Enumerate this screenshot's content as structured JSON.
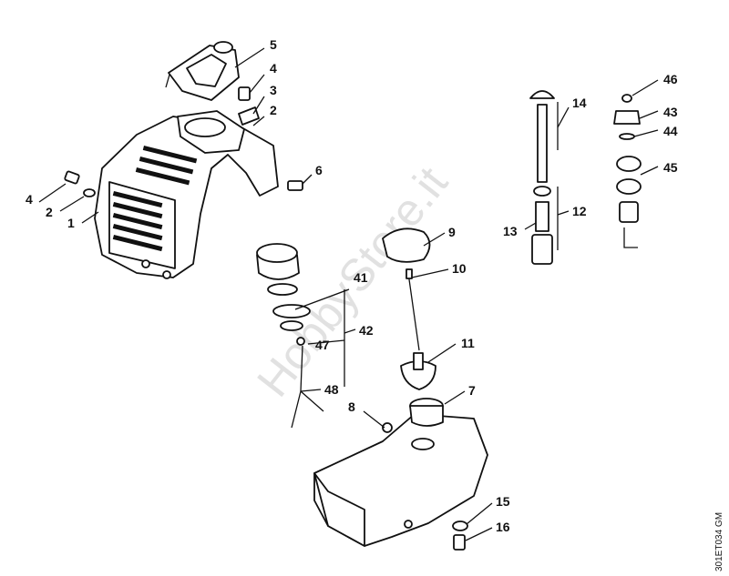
{
  "diagram": {
    "callouts": [
      "5",
      "4",
      "3",
      "2",
      "6",
      "4",
      "2",
      "1",
      "14",
      "46",
      "43",
      "44",
      "45",
      "13",
      "12",
      "9",
      "10",
      "11",
      "41",
      "47",
      "42",
      "48",
      "8",
      "7",
      "15",
      "16"
    ],
    "watermark": "HobbyStore.it",
    "drawing_code": "301ET034 GM"
  }
}
